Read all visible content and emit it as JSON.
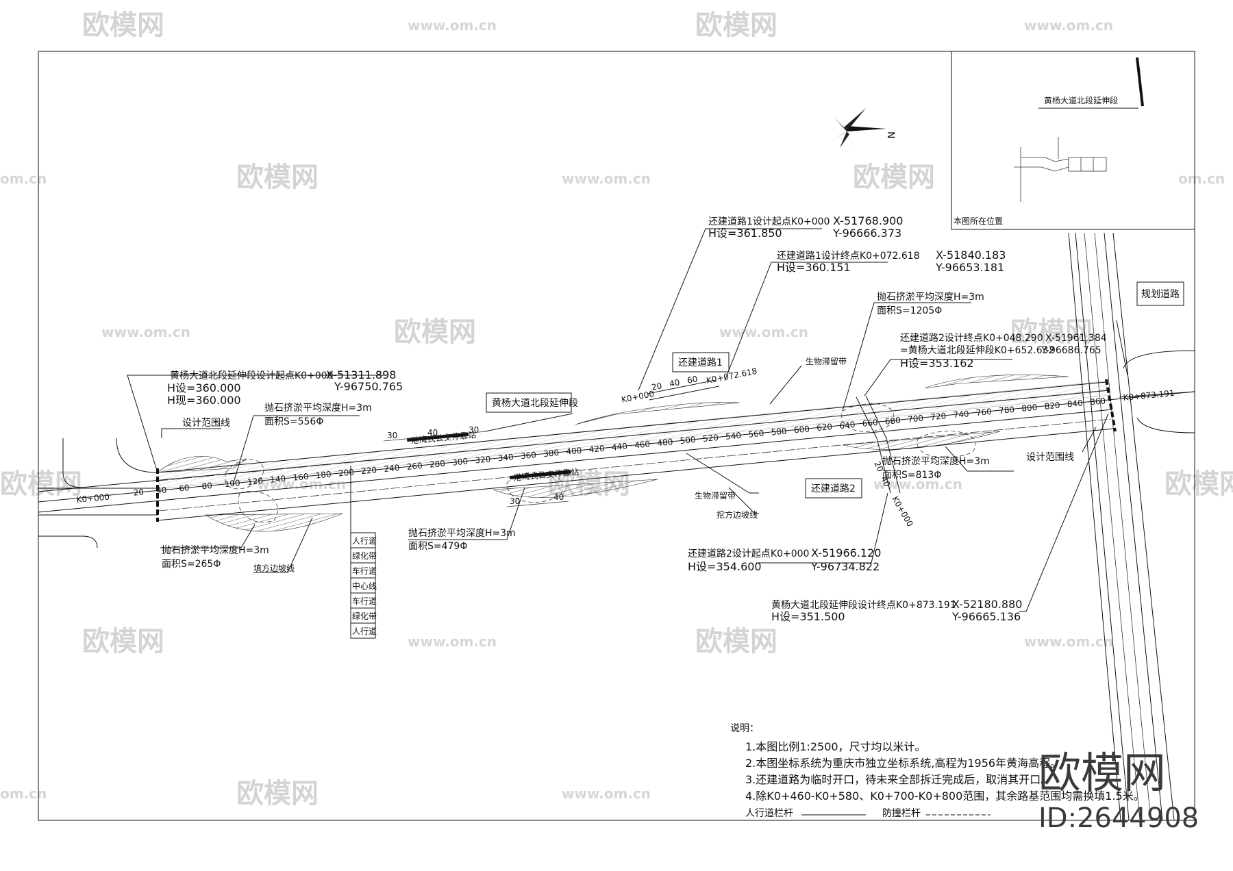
{
  "watermarks": {
    "brand": "欧模网",
    "url": "www.om.cn",
    "url_left": "om.cn"
  },
  "labels": {
    "start_point": "黄杨大道北段延伸段设计起点K0+000",
    "start_x": "X-51311.898",
    "start_y": "Y-96750.765",
    "start_h1": "H设=360.000",
    "start_h2": "H现=360.000",
    "design_range_left": "设计范围线",
    "design_range_right": "设计范围线",
    "fill1_title": "抛石挤淤平均深度H=3m",
    "fill1_area": "面积S=556Φ",
    "fill2_title": "抛石挤淤平均深度H=3m",
    "fill2_area": "面积S=265Φ",
    "fill3_title": "抛石挤淤平均深度H=3m",
    "fill3_area": "面积S=479Φ",
    "fill4_title": "抛石挤淤平均深度H=3m",
    "fill4_area": "面积S=1205Φ",
    "fill5_title": "抛石挤淤平均深度H=3m",
    "fill5_area": "面积S=813Φ",
    "fill_slope": "填方边坡线",
    "cut_slope": "挖方边坡线",
    "bio1": "生物滞留带",
    "bio2": "生物滞留带",
    "road_main": "黄杨大道北段延伸段",
    "road_r1": "还建道路1",
    "road_r2": "还建道路2",
    "road_plan": "规划道路",
    "r1_start": "还建道路1设计起点K0+000",
    "r1_start_h": "H设=361.850",
    "r1_start_x": "X-51768.900",
    "r1_start_y": "Y-96666.373",
    "r1_end": "还建道路1设计终点K0+072.618",
    "r1_end_h": "H设=360.151",
    "r1_end_x": "X-51840.183",
    "r1_end_y": "Y-96653.181",
    "r2_end": "还建道路2设计终点K0+048.290",
    "r2_end_x": "X-51961.384",
    "r2_end_eq": "=黄杨大道北段延伸段K0+652.632",
    "r2_end_y": "Y-96686.765",
    "r2_end_h": "H设=353.162",
    "r2_start": "还建道路2设计起点K0+000",
    "r2_start_h": "H设=354.600",
    "r2_start_x": "X-51966.120",
    "r2_start_y": "Y-96734.822",
    "end_point": "黄杨大道北段延伸段设计终点K0+873.191",
    "end_h": "H设=351.500",
    "end_x": "X-52180.880",
    "end_y": "Y-96665.136",
    "k_start": "K0+000",
    "k_end": "K0+873.191",
    "r1_k0": "K0+000",
    "r1_k_end": "K0+072.618",
    "r2_k0": "K0+000",
    "bus_stop_1": "港湾式公交停靠站",
    "bus_stop_2": "港湾式公交停靠站",
    "dim_30a": "30",
    "dim_40a": "40",
    "dim_30b": "30",
    "dim_30c": "30",
    "dim_40b": "40",
    "north": "N",
    "locator_road": "黄杨大道北段延伸段",
    "locator_caption": "本图所在位置"
  },
  "chainage_left": [
    "20",
    "40",
    "60",
    "80",
    "100",
    "120",
    "140",
    "160",
    "180",
    "200",
    "220",
    "240",
    "260",
    "280",
    "300",
    "320",
    "340",
    "360",
    "380",
    "400",
    "420",
    "440",
    "460",
    "480",
    "500",
    "520",
    "540",
    "560",
    "580",
    "600",
    "620",
    "640",
    "660",
    "680",
    "700",
    "720",
    "740",
    "760",
    "780",
    "800",
    "820",
    "840",
    "860"
  ],
  "r1_chainage": [
    "20",
    "40",
    "60"
  ],
  "r2_chainage": [
    "20",
    "40"
  ],
  "section_legend": [
    "人行道",
    "绿化带",
    "车行道",
    "中心线",
    "车行道",
    "绿化带",
    "人行道"
  ],
  "notes": {
    "title": "说明：",
    "items": [
      "1.本图比例1:2500，尺寸均以米计。",
      "2.本图坐标系统为重庆市独立坐标系统,高程为1956年黄海高程。",
      "3.还建道路为临时开口，待未来全部拆迁完成后，取消其开口。",
      "4.除K0+460-K0+580、K0+700-K0+800范围，其余路基范围均需换填1.5米。"
    ],
    "rail_ped": "人行道栏杆",
    "rail_crash": "防撞栏杆"
  },
  "brand_corner": {
    "name": "欧模网",
    "id": "ID:2644908"
  }
}
